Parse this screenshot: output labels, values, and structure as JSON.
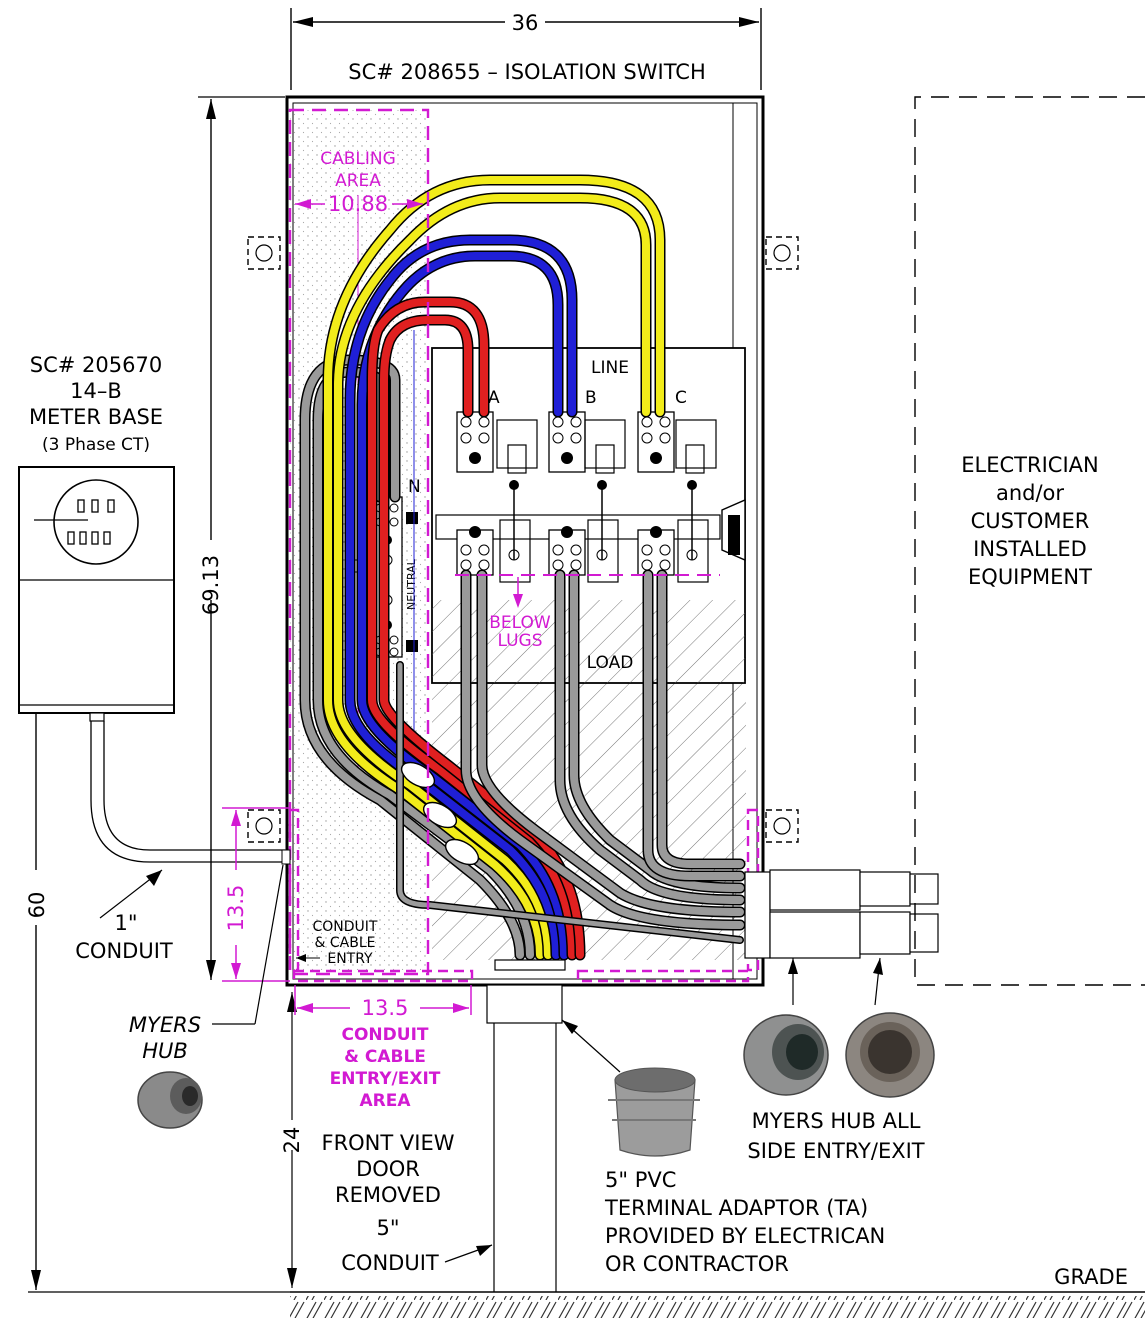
{
  "dims": {
    "width": "36",
    "height": "69.13",
    "meter_height": "60",
    "pad_height": "24",
    "cabling_width": "10.88",
    "entry_height": "13.5",
    "entry_width": "13.5"
  },
  "title": "SC# 208655 – ISOLATION SWITCH",
  "meter": {
    "line1": "SC# 205670",
    "line2": "14–B",
    "line3": "METER BASE",
    "line4": "(3 Phase CT)"
  },
  "labels": {
    "cabling1": "CABLING",
    "cabling2": "AREA",
    "line": "LINE",
    "load": "LOAD",
    "phase_a": "A",
    "phase_b": "B",
    "phase_c": "C",
    "n": "N",
    "neutral": "NEUTRAL",
    "below1": "BELOW",
    "below2": "LUGS",
    "conduit_entry1": "CONDUIT",
    "conduit_entry2": "& CABLE",
    "conduit_entry3": "ENTRY",
    "entry_area1": "CONDUIT",
    "entry_area2": "& CABLE",
    "entry_area3": "ENTRY/EXIT",
    "entry_area4": "AREA",
    "conduit1_a": "1\"",
    "conduit1_b": "CONDUIT",
    "myers1": "MYERS",
    "myers2": "HUB",
    "front1": "FRONT VIEW",
    "front2": "DOOR",
    "front3": "REMOVED",
    "conduit5_a": "5\"",
    "conduit5_b": "CONDUIT",
    "pvc1": "5\" PVC",
    "pvc2": "TERMINAL ADAPTOR (TA)",
    "pvc3": "PROVIDED BY ELECTRICAN",
    "pvc4": "OR CONTRACTOR",
    "myers_side1": "MYERS HUB ALL",
    "myers_side2": "SIDE ENTRY/EXIT",
    "customer1": "ELECTRICIAN",
    "customer2": "and/or",
    "customer3": "CUSTOMER",
    "customer4": "INSTALLED",
    "customer5": "EQUIPMENT",
    "grade": "GRADE"
  },
  "colors": {
    "magenta": "#d21ad2",
    "phase_a": "#e02020",
    "phase_b": "#1f1fd6",
    "phase_c": "#f2ec1a",
    "neutral": "#9a9a9a"
  }
}
